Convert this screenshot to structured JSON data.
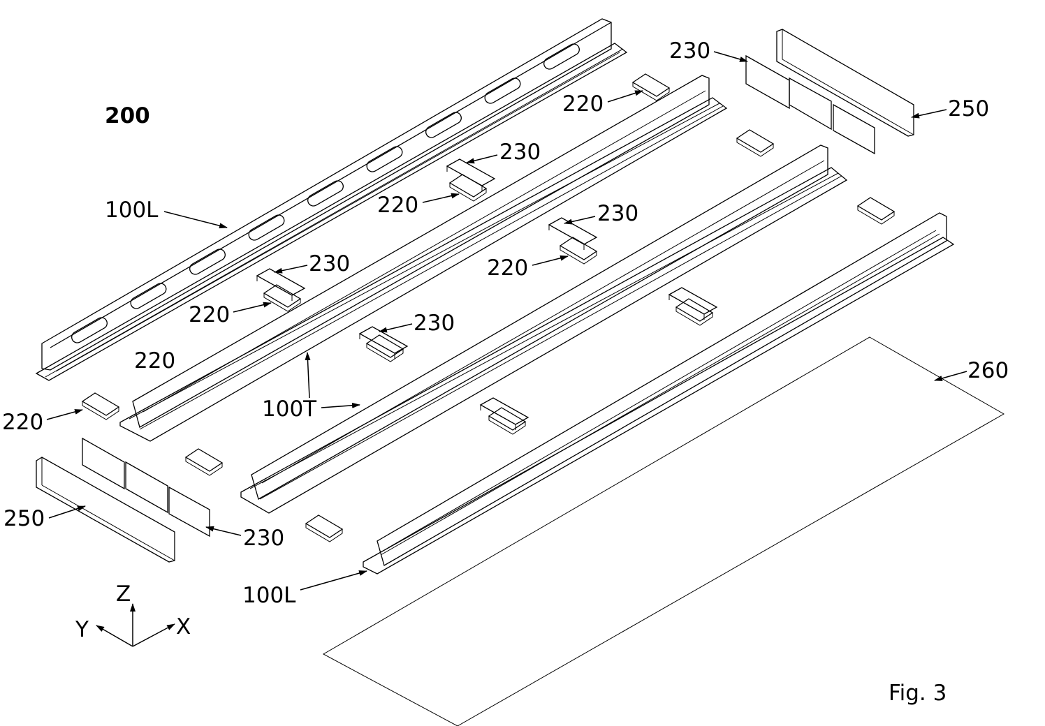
{
  "figure": {
    "title": "Fig. 3",
    "assembly_ref": "200",
    "labels": {
      "rail_left_top": "100L",
      "rail_left_bottom": "100L",
      "rail_tandem": "100T",
      "clip": "220",
      "bracket": "230",
      "end_cap": "250",
      "base_plate": "260"
    },
    "axes": {
      "z": "Z",
      "y": "Y",
      "x": "X"
    }
  }
}
